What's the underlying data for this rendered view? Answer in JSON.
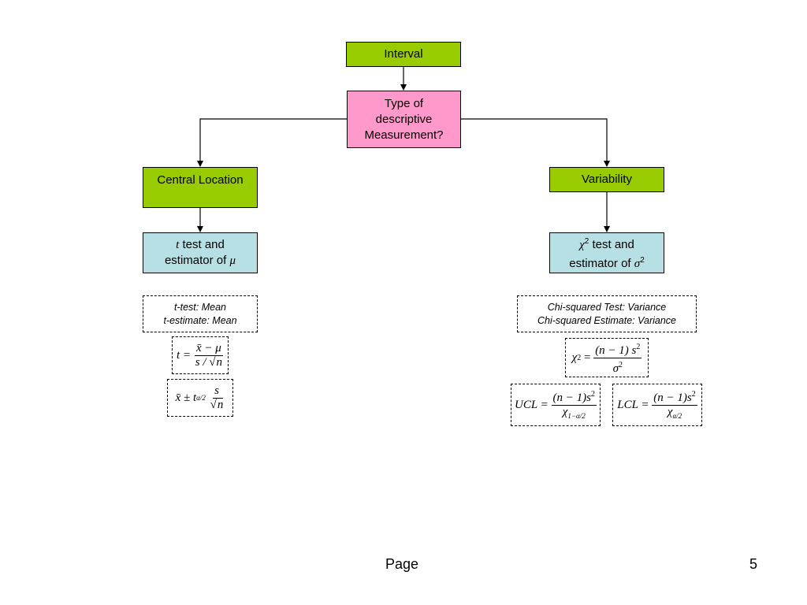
{
  "nodes": {
    "interval": "Interval",
    "type_line1": "Type of",
    "type_line2": "descriptive",
    "type_line3": "Measurement?",
    "central": "Central Location",
    "variability": "Variability",
    "t_test_label": "t",
    "t_test_rest": " test and",
    "t_estimator": "estimator of",
    "mu_symbol": "μ",
    "chi_symbol": "χ",
    "chi_test_rest": " test and",
    "chi_estimator": "estimator of",
    "sigma_symbol": "σ"
  },
  "notes": {
    "left_line1": "t-test: Mean",
    "left_line2": "t-estimate: Mean",
    "right_line1": "Chi-squared Test: Variance",
    "right_line2": "Chi-squared Estimate: Variance"
  },
  "formulas": {
    "t_stat": {
      "lhs": "t =",
      "num": "x̄ − μ",
      "den_s": "s /",
      "den_n": "n"
    },
    "t_interval": {
      "lhs": "x̄ ± t",
      "sub": "α/2",
      "num": "s",
      "den": "n"
    },
    "chi_stat": {
      "lhs": "χ",
      "eq": "=",
      "num": "(n − 1) s",
      "den": "σ"
    },
    "ucl": {
      "lhs": "UCL =",
      "num": "(n − 1)s",
      "den_sym": "χ",
      "den_sub": "1−α/2"
    },
    "lcl": {
      "lhs": "LCL =",
      "num": "(n − 1)s",
      "den_sym": "χ",
      "den_sub": "α/2"
    },
    "squared": "2"
  },
  "footer": {
    "label": "Page",
    "number": "5"
  }
}
